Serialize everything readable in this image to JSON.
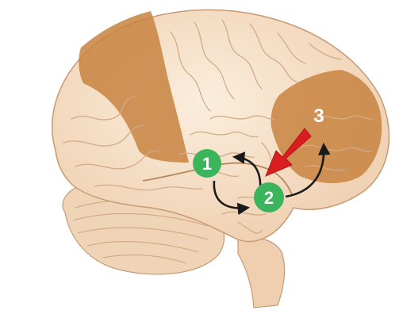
{
  "markers": [
    {
      "id": "1",
      "label": "1",
      "kind": "green-circle"
    },
    {
      "id": "2",
      "label": "2",
      "kind": "green-circle"
    },
    {
      "id": "3",
      "label": "3",
      "kind": "orange-text"
    }
  ],
  "colors": {
    "background": "#ffffff",
    "brain_fill": "#f7e3cf",
    "brain_fold": "#d3ab88",
    "highlight_region": "#c8823f",
    "marker_green": "#3cb45c",
    "marker_text_white": "#ffffff",
    "marker_3_text": "#ffffff",
    "red_arrow": "#d81e1e",
    "black_arrow": "#1a1a1a",
    "cerebellum_fill": "#f0d4b8"
  },
  "icons": {
    "brain": "brain-lateral-view",
    "pointer": "red-arrow-icon"
  }
}
